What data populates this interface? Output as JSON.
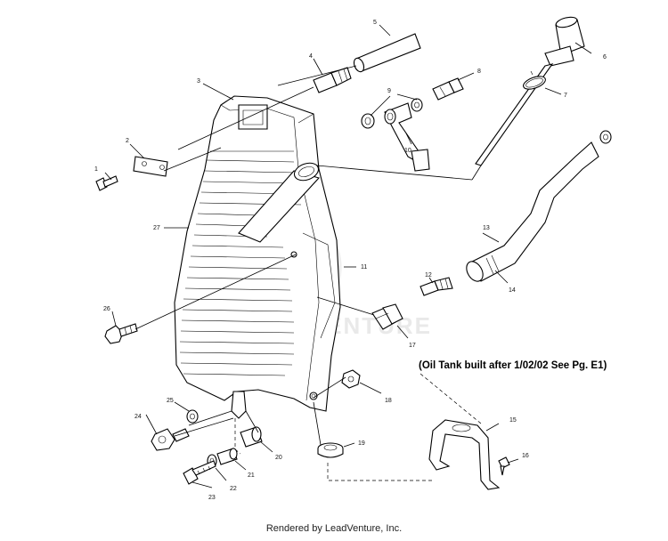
{
  "note": "(Oil Tank built after 1/02/02 See Pg. E1)",
  "footer": "Rendered by LeadVenture, Inc.",
  "watermark": "LEADVENTURE",
  "callouts": {
    "c1": "1",
    "c2": "2",
    "c3": "3",
    "c4": "4",
    "c5": "5",
    "c6": "6",
    "c7": "7",
    "c8": "8",
    "c9": "9",
    "c10": "10",
    "c11": "11",
    "c12": "12",
    "c13": "13",
    "c14": "14",
    "c15": "15",
    "c16": "16",
    "c17": "17",
    "c18": "18",
    "c19": "19",
    "c20": "20",
    "c21": "21",
    "c22": "22",
    "c23": "23",
    "c24": "24",
    "c25": "25",
    "c26": "26",
    "c27": "27"
  },
  "colors": {
    "ink": "#000000",
    "background": "#ffffff",
    "watermark": "#e9e9e9"
  }
}
